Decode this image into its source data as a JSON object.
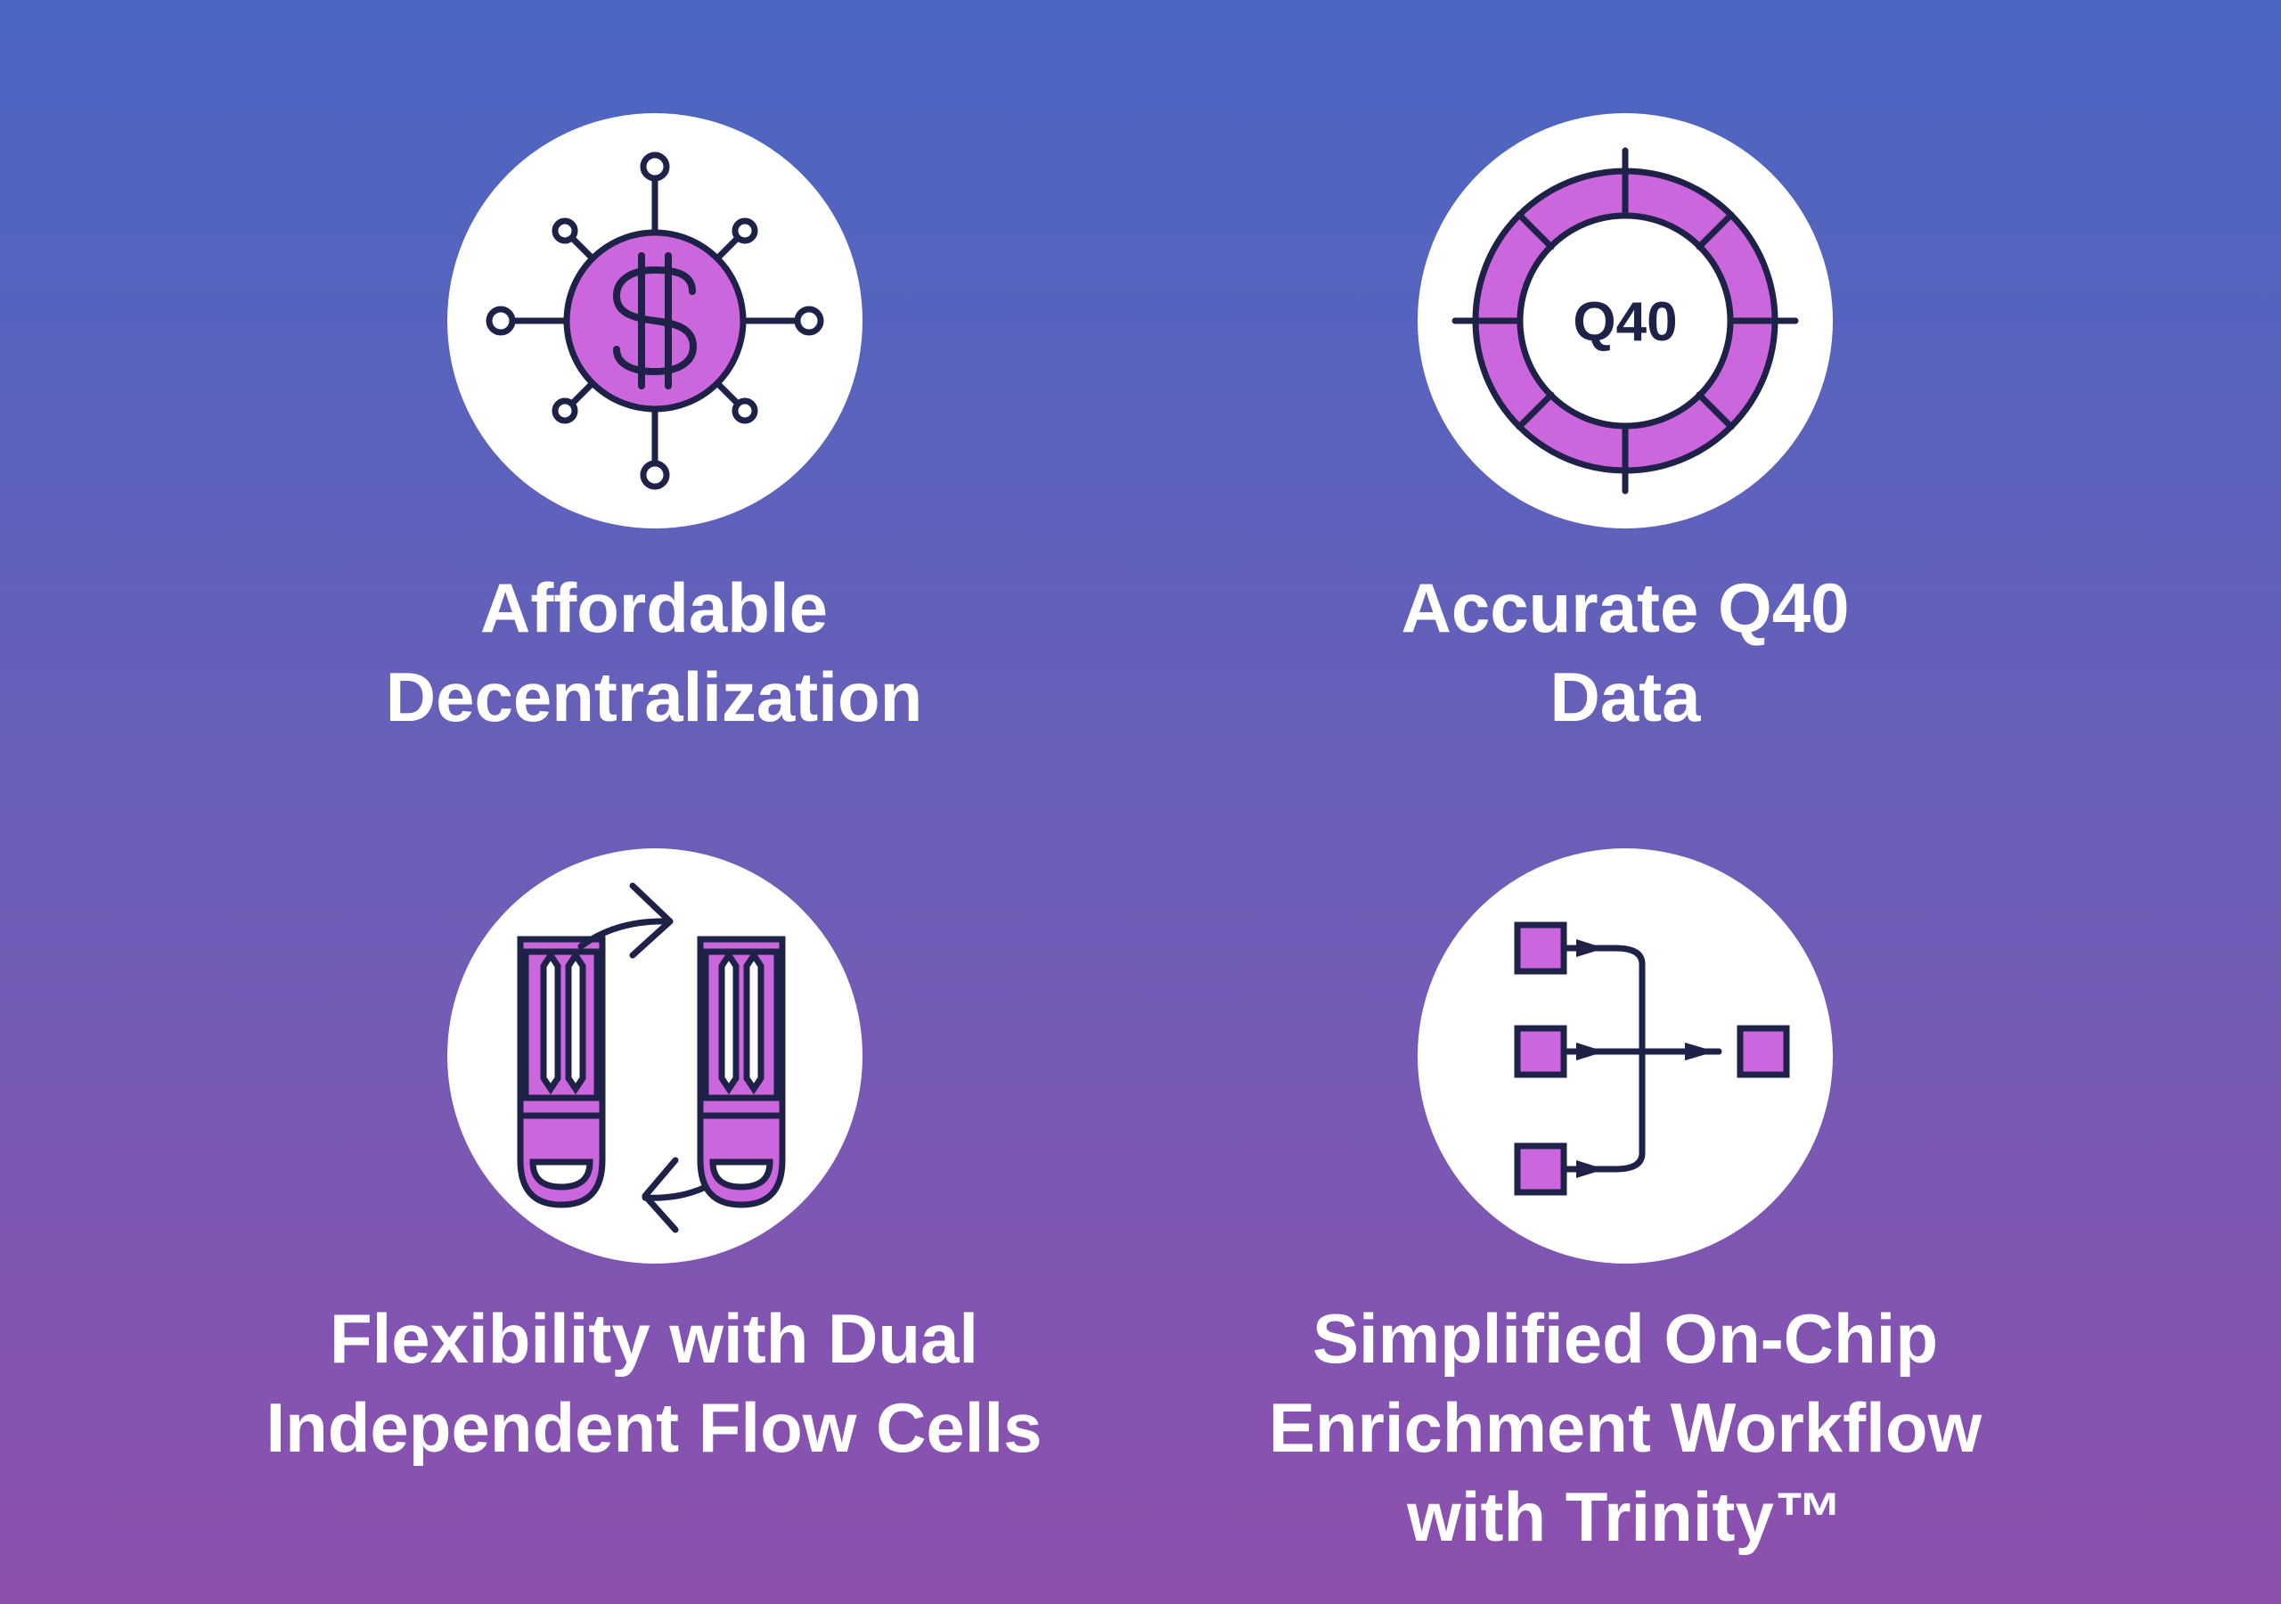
{
  "colors": {
    "ink": "#1e2148",
    "accent": "#cc66dd",
    "circle": "#ffffff",
    "text": "#ffffff"
  },
  "features": [
    {
      "icon": "dollar-network-icon",
      "lines": [
        "Affordable",
        "Decentralization"
      ]
    },
    {
      "icon": "q40-target-icon",
      "icon_text": "Q40",
      "lines": [
        "Accurate Q40",
        "Data"
      ]
    },
    {
      "icon": "dual-flow-cells-icon",
      "lines": [
        "Flexibility with Dual",
        "Independent Flow Cells"
      ]
    },
    {
      "icon": "workflow-merge-icon",
      "lines": [
        "Simplified On-Chip",
        "Enrichment Workflow",
        "with Trinity™"
      ]
    }
  ]
}
